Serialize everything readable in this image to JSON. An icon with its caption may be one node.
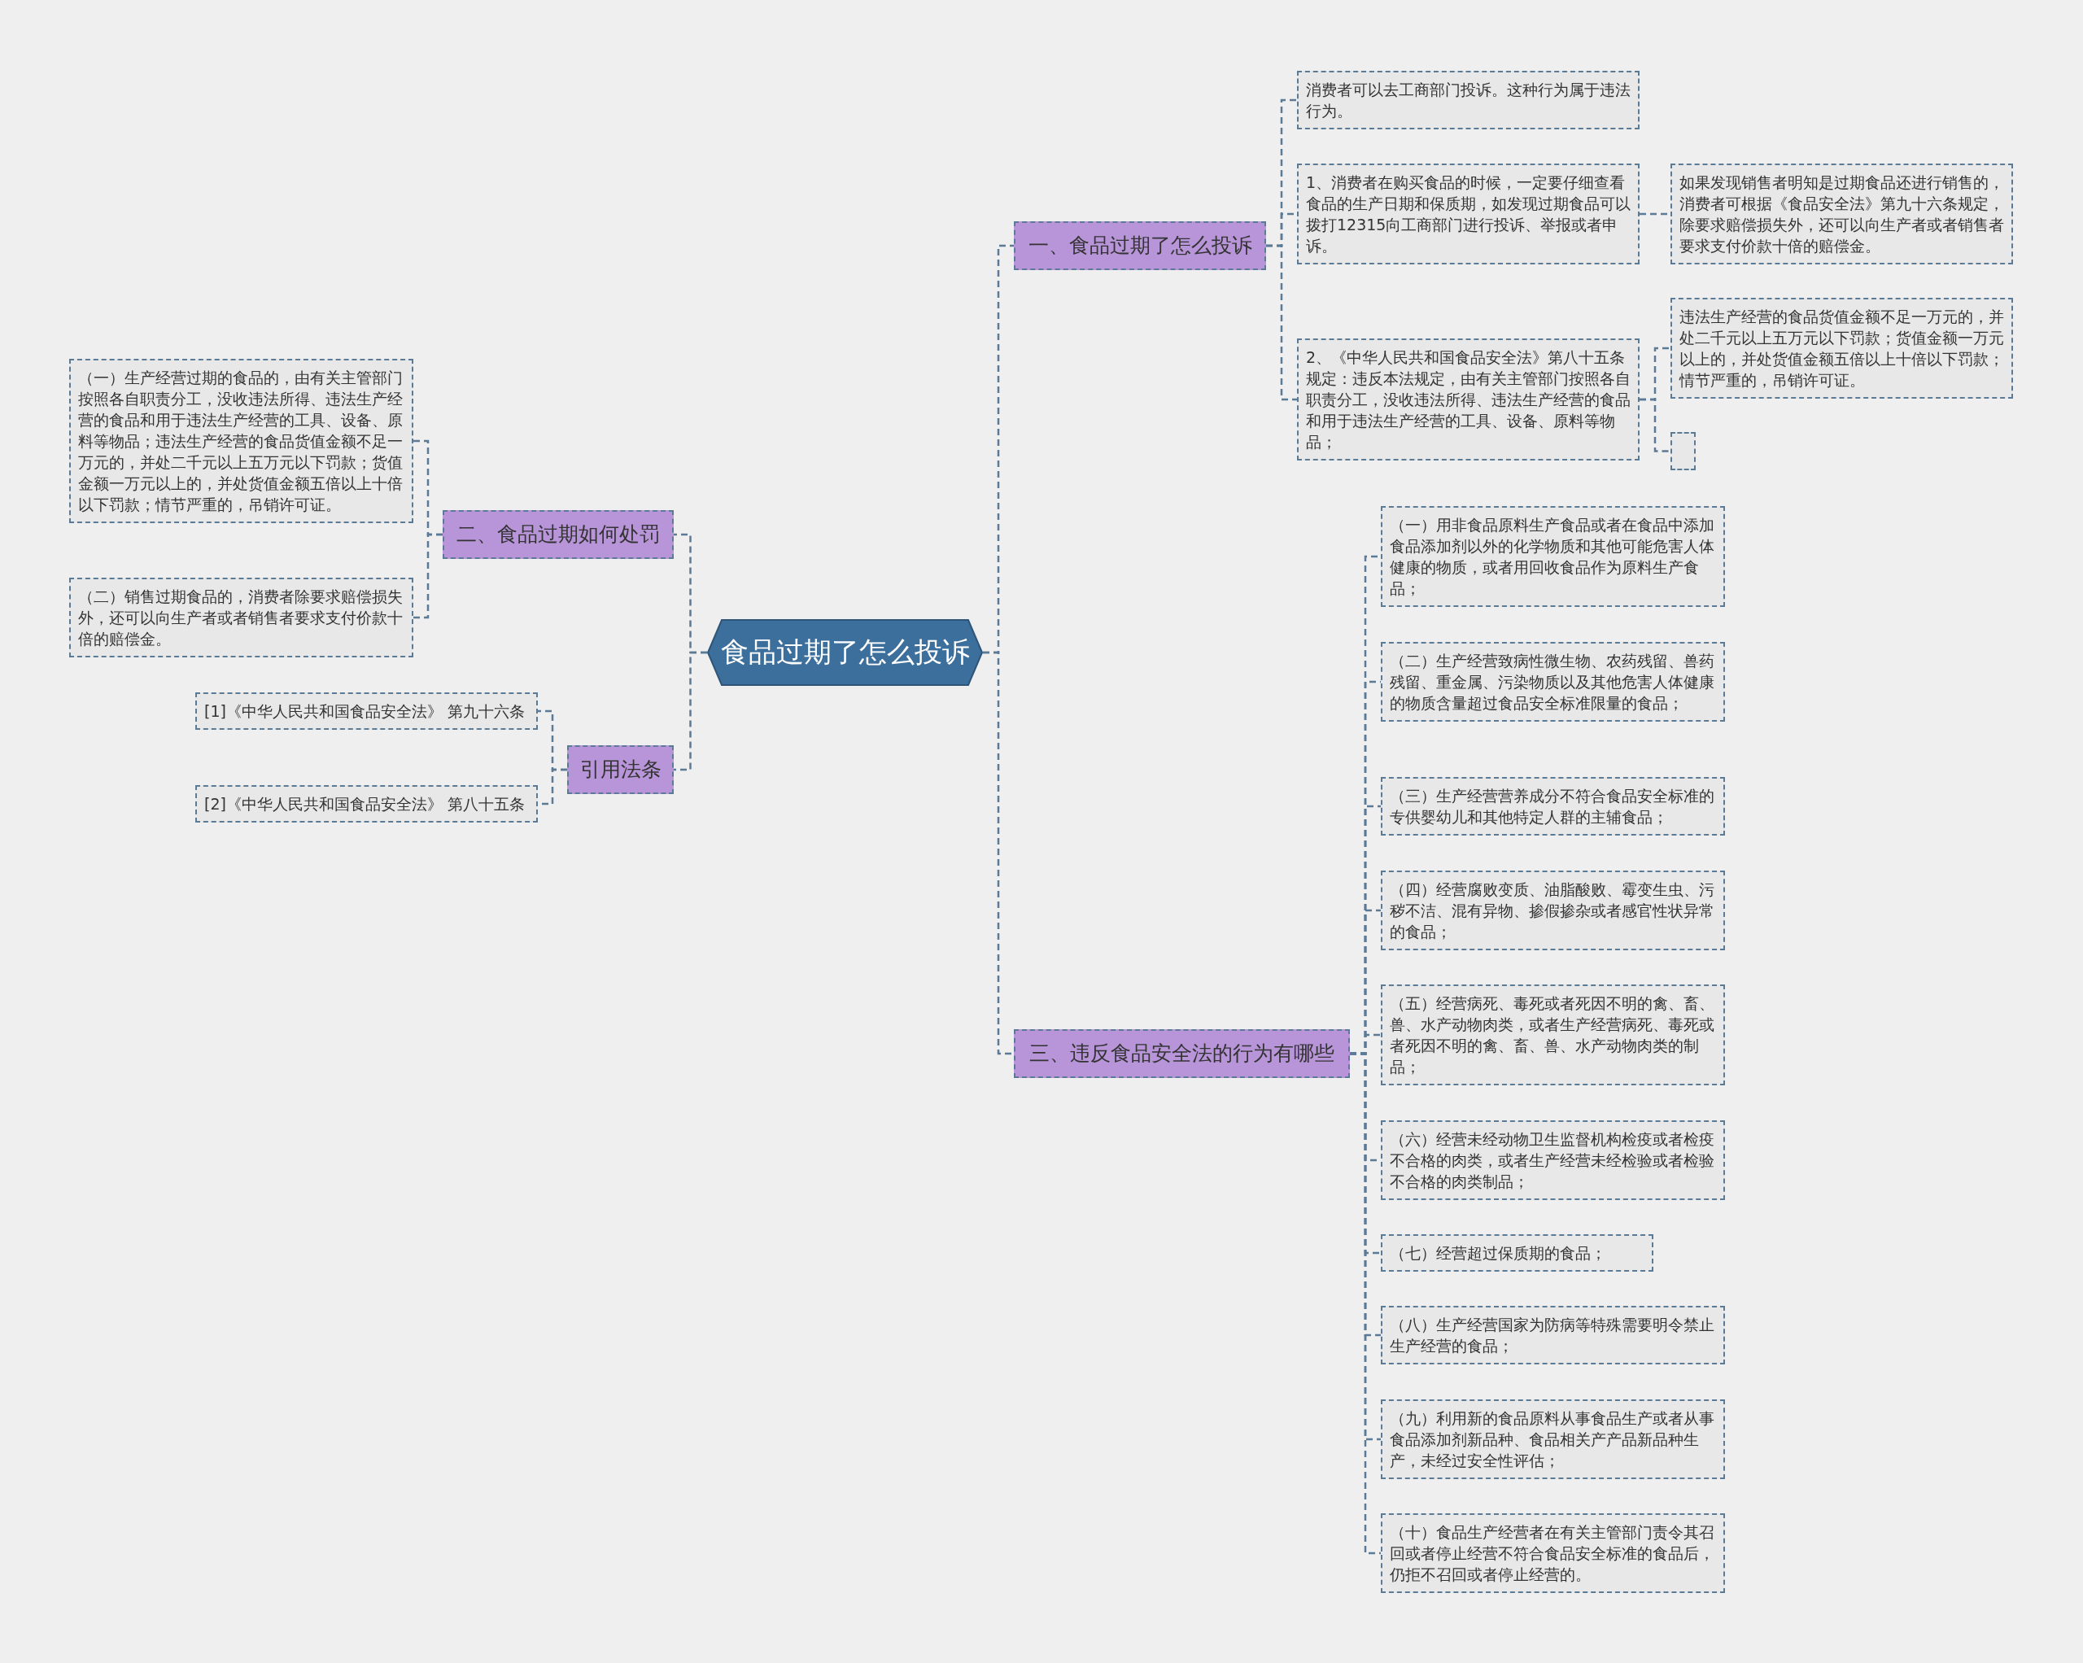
{
  "diagram": {
    "nodes": [
      {
        "text": [
          "食品过期了怎么投诉"
        ]
      },
      {
        "text": [
          "一、食品过期了怎么投诉"
        ]
      },
      {
        "text": [
          "消费者可以去工商部门投诉。这种行为属于违法行为。"
        ]
      },
      {
        "text": [
          "1、消费者在购买食品的时候，一定要仔细查看食品的生产日期和保质期，如发现过期食品可以拨打12315向工商部门进行投诉、举报或者申诉。"
        ]
      },
      {
        "text": [
          "如果发现销售者明知是过期食品还进行销售的，消费者可根据《食品安全法》第九十六条规定，除要求赔偿损失外，还可以向生产者或者销售者要求支付价款十倍的赔偿金。"
        ]
      },
      {
        "text": [
          "2、《中华人民共和国食品安全法》第八十五条规定：违反本法规定，由有关主管部门按照各自职责分工，没收违法所得、违法生产经营的食品和用于违法生产经营的工具、设备、原料等物品；"
        ]
      },
      {
        "text": [
          "违法生产经营的食品货值金额不足一万元的，并处二千元以上五万元以下罚款；货值金额一万元以上的，并处货值金额五倍以上十倍以下罚款；情节严重的，吊销许可证。"
        ]
      },
      {
        "text": [],
        "shape": "box"
      },
      {
        "text": [
          "二、食品过期如何处罚"
        ]
      },
      {
        "text": [
          "（一）生产经营过期的食品的，由有关主管部门按照各自职责分工，没收违法所得、违法生产经营的食品和用于违法生产经营的工具、设备、原料等物品；违法生产经营的食品货值金额不足一万元的，并处二千元以上五万元以下罚款；货值金额一万元以上的，并处货值金额五倍以上十倍以下罚款；情节严重的，吊销许可证。"
        ]
      },
      {
        "text": [
          "（二）销售过期食品的，消费者除要求赔偿损失外，还可以向生产者或者销售者要求支付价款十倍的赔偿金。"
        ]
      },
      {
        "text": [
          "引用法条"
        ]
      },
      {
        "text": [
          "[1]《中华人民共和国食品安全法》 第九十六条"
        ]
      },
      {
        "text": [
          "[2]《中华人民共和国食品安全法》 第八十五条"
        ]
      },
      {
        "text": [
          "三、违反食品安全法的行为有哪些"
        ]
      },
      {
        "text": [
          "（一）用非食品原料生产食品或者在食品中添加食品添加剂以外的化学物质和其他可能危害人体健康的物质，或者用回收食品作为原料生产食品；"
        ]
      },
      {
        "text": [
          "（二）生产经营致病性微生物、农药残留、兽药残留、重金属、污染物质以及其他危害人体健康的物质含量超过食品安全标准限量的食品；"
        ]
      },
      {
        "text": [
          "（三）生产经营营养成分不符合食品安全标准的专供婴幼儿和其他特定人群的主辅食品；"
        ]
      },
      {
        "text": [
          "（四）经营腐败变质、油脂酸败、霉变生虫、污秽不洁、混有异物、掺假掺杂或者感官性状异常的食品；"
        ]
      },
      {
        "text": [
          "（五）经营病死、毒死或者死因不明的禽、畜、兽、水产动物肉类，或者生产经营病死、毒死或者死因不明的禽、畜、兽、水产动物肉类的制品；"
        ]
      },
      {
        "text": [
          "（六）经营未经动物卫生监督机构检疫或者检疫不合格的肉类，或者生产经营未经检验或者检验不合格的肉类制品；"
        ]
      },
      {
        "text": [
          "（七）经营超过保质期的食品；"
        ]
      },
      {
        "text": [
          "（八）生产经营国家为防病等特殊需要明令禁止生产经营的食品；"
        ]
      },
      {
        "text": [
          "（九）利用新的食品原料从事食品生产或者从事食品添加剂新品种、食品相关产产品新品种生产，未经过安全性评估；"
        ]
      },
      {
        "text": [
          "（十）食品生产经营者在有关主管部门责令其召回或者停止经营不符合食品安全标准的食品后，仍拒不召回或者停止经营的。"
        ]
      }
    ],
    "edges": [
      {
        "from": 0,
        "to": 1,
        "arrow": "none"
      },
      {
        "from": 1,
        "to": 2,
        "arrow": "none"
      },
      {
        "from": 1,
        "to": 3,
        "arrow": "none"
      },
      {
        "from": 3,
        "to": 4,
        "arrow": "none"
      },
      {
        "from": 1,
        "to": 5,
        "arrow": "none"
      },
      {
        "from": 5,
        "to": 6,
        "arrow": "none"
      },
      {
        "from": 5,
        "to": 7,
        "arrow": "none"
      },
      {
        "from": 0,
        "to": 8,
        "arrow": "none"
      },
      {
        "from": 8,
        "to": 9,
        "arrow": "none"
      },
      {
        "from": 8,
        "to": 10,
        "arrow": "none"
      },
      {
        "from": 0,
        "to": 11,
        "arrow": "none"
      },
      {
        "from": 11,
        "to": 12,
        "arrow": "none"
      },
      {
        "from": 11,
        "to": 13,
        "arrow": "none"
      },
      {
        "from": 0,
        "to": 14,
        "arrow": "none"
      },
      {
        "from": 14,
        "to": 15,
        "arrow": "none"
      },
      {
        "from": 14,
        "to": 16,
        "arrow": "none"
      },
      {
        "from": 14,
        "to": 17,
        "arrow": "none"
      },
      {
        "from": 14,
        "to": 18,
        "arrow": "none"
      },
      {
        "from": 14,
        "to": 19,
        "arrow": "none"
      },
      {
        "from": 14,
        "to": 20,
        "arrow": "none"
      },
      {
        "from": 14,
        "to": 21,
        "arrow": "none"
      },
      {
        "from": 14,
        "to": 22,
        "arrow": "none"
      },
      {
        "from": 14,
        "to": 23,
        "arrow": "none"
      },
      {
        "from": 14,
        "to": 24,
        "arrow": "none"
      }
    ]
  }
}
